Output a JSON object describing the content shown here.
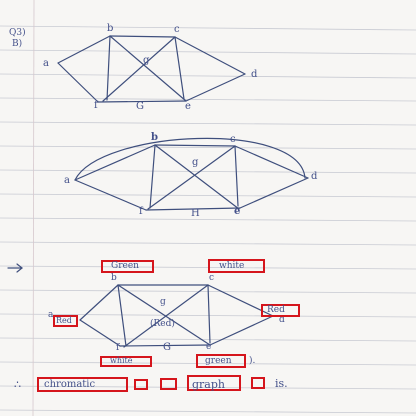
{
  "header": {
    "question_number": "Q3)",
    "part": "B)"
  },
  "graph_g": {
    "vertices": {
      "a": "a",
      "b": "b",
      "c": "c",
      "d": "d",
      "e": "e",
      "f": "f",
      "g": "g"
    },
    "name": "G"
  },
  "graph_h": {
    "vertices": {
      "a": "a",
      "b": "b",
      "c": "c",
      "d": "d",
      "e": "e",
      "f": "f",
      "g": "g"
    },
    "name": "H"
  },
  "coloring": {
    "arrow": "→",
    "b_color": "Green",
    "c_color": "white",
    "a_color": "Red",
    "d_color": "Red",
    "g_color": "(Red)",
    "f_color": "white",
    "e_color": "green",
    "e_period": ").",
    "labels": {
      "a": "a",
      "b": "b",
      "c": "c",
      "d": "d",
      "e": "e",
      "f": "f",
      "g": "g"
    },
    "graph_name": "G"
  },
  "conclusion": {
    "therefore": "∴",
    "word1": "chromatic",
    "word2": "graph",
    "tail": "is."
  }
}
